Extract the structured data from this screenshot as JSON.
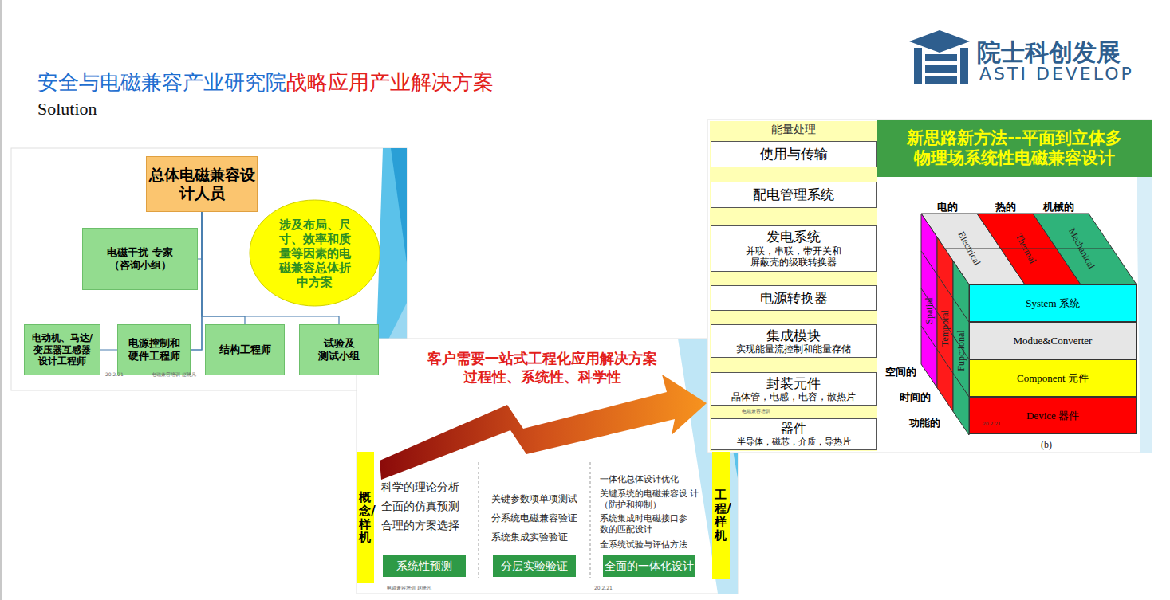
{
  "diagram": {
    "title": "安全与电磁兼容产业研究院",
    "nodes": [
      {
        "text": [
          "总体电磁兼容设 计人员"
        ]
      },
      {
        "text": [
          "电磁干扰 专家（咨询小组）"
        ]
      },
      {
        "text": [
          "涉及布局、尺 寸、效率和质 量等因素的电 磁兼容总体折 中方案"
        ]
      },
      {
        "text": [
          "电动机、马达/ 变压器互感器 设计工程师"
        ]
      },
      {
        "text": [
          "电源控制和 硬件工程师"
        ]
      },
      {
        "text": [
          "结构工程师"
        ]
      },
      {
        "text": [
          "试验及 测试小组"
        ]
      },
      {
        "text": [
          "概念/样机"
        ]
      },
      {
        "text": [
          "系统性预测"
        ]
      },
      {
        "text": [
          "分层实验验证"
        ]
      },
      {
        "text": [
          "全面的一体化设计"
        ]
      },
      {
        "text": [
          "工程/样机"
        ]
      },
      {
        "text": [
          "能量处理"
        ]
      },
      {
        "text": [
          "使用与传输"
        ],
        "in": 12
      },
      {
        "text": [
          "配电管理系统"
        ],
        "in": 12
      },
      {
        "text": [
          "发电系统",
          "并联，串联，带开关和 屏蔽壳的级联转换器"
        ],
        "in": 12
      },
      {
        "text": [
          "电源转换器"
        ],
        "in": 12
      },
      {
        "text": [
          "集成模块",
          "实现能量流控制和能量存储"
        ],
        "in": 12
      },
      {
        "text": [
          "封装元件",
          "晶体管，电感，电容，散热片"
        ],
        "in": 12
      },
      {
        "text": [
          "器件",
          "半导体，磁芯，介质，导热片"
        ],
        "in": 12
      },
      {
        "text": [
          "新思路新方法--平面到立体多 物理场系统性电磁兼容设计"
        ]
      },
      {
        "text": [
          "System 系统"
        ]
      },
      {
        "text": [
          "Modue&Converter"
        ]
      },
      {
        "text": [
          "Component 元件"
        ]
      },
      {
        "text": [
          "Device 器件"
        ]
      }
    ],
    "edges": [
      {
        "from": 0,
        "to": 1,
        "arrow": "none"
      },
      {
        "from": 0,
        "to": 3,
        "arrow": "none"
      },
      {
        "from": 0,
        "to": 4,
        "arrow": "none"
      },
      {
        "from": 0,
        "to": 5,
        "arrow": "none"
      },
      {
        "from": 0,
        "to": 6,
        "arrow": "none"
      },
      {
        "from": 13,
        "to": 14,
        "arrow": "none"
      },
      {
        "from": 14,
        "to": 15,
        "arrow": "none"
      },
      {
        "from": 15,
        "to": 16,
        "arrow": "none"
      },
      {
        "from": 16,
        "to": 17,
        "arrow": "none"
      },
      {
        "from": 17,
        "to": 18,
        "arrow": "none"
      },
      {
        "from": 18,
        "to": 19,
        "arrow": "none"
      }
    ],
    "labels": [
      "战略应用产业解决方案",
      "Solution",
      "院士科创发展",
      "ASTI DEVELOP",
      "20.2.21",
      "电磁兼容培训 赵晓凡",
      "客户需要一站式工程化应用解决方案 过程性、系统性、科学性",
      "科学的理论分析",
      "全面的仿真预测",
      "合理的方案选择",
      "关键参数项单项测试",
      "分系统电磁兼容验证",
      "系统集成实验验证",
      "一体化总体设计优化",
      "关键系统的电磁兼容设 计（防护和抑制）",
      "系统集成时电磁接口参 数的匹配设计",
      "全系统试验与评估方法",
      "电磁兼容培训 赵晓凡",
      "20.2.21",
      "电磁兼容培训",
      "电的",
      "热的",
      "机械的",
      "Electrical",
      "Thermal",
      "Mechanical",
      "Spatial",
      "Temporal",
      "Fupctional",
      "空间的",
      "时间的",
      "功能的",
      "20.2.21",
      "(b)"
    ]
  }
}
